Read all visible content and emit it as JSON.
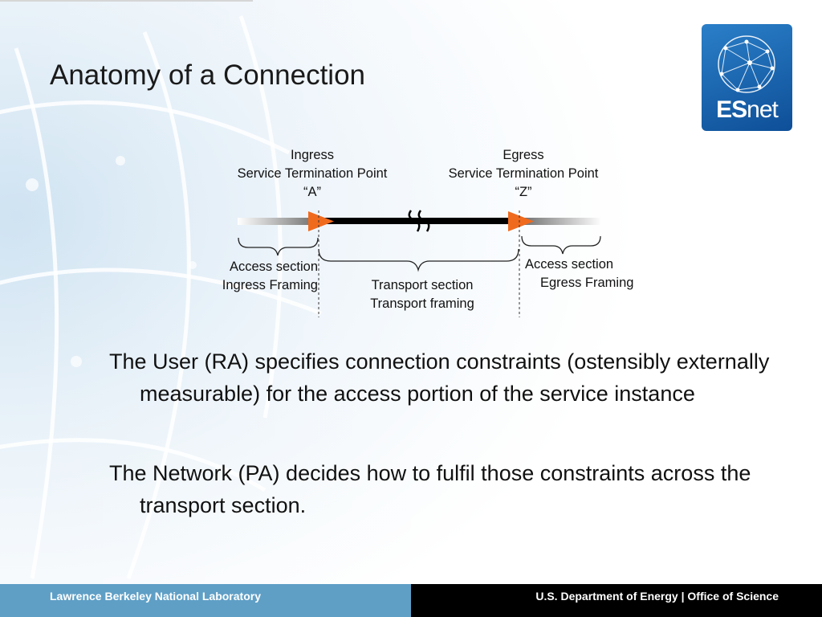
{
  "slide": {
    "title": "Anatomy of a Connection"
  },
  "logo": {
    "text_bold": "ES",
    "text_rest": "net"
  },
  "diagram": {
    "ingress": {
      "line1": "Ingress",
      "line2": "Service Termination Point",
      "line3": "“A”"
    },
    "egress": {
      "line1": "Egress",
      "line2": "Service Termination Point",
      "line3": "“Z”"
    },
    "access_ingress": {
      "line1": "Access section",
      "line2": "Ingress Framing"
    },
    "transport": {
      "line1": "Transport section",
      "line2": "Transport framing"
    },
    "access_egress": {
      "line1": "Access section",
      "line2": "Egress Framing"
    }
  },
  "bullets": [
    "The User (RA) specifies connection constraints (ostensibly externally measurable) for the access portion of the service instance",
    "The Network (PA) decides how to fulfil those constraints across the transport section."
  ],
  "footer": {
    "left": "Lawrence Berkeley National Laboratory",
    "right": "U.S. Department of Energy  |  Office of Science"
  },
  "colors": {
    "footer_left": "#5f9fc6",
    "footer_right": "#000000",
    "arrow": "#f06a1e",
    "logo": "#1f6fb8"
  }
}
